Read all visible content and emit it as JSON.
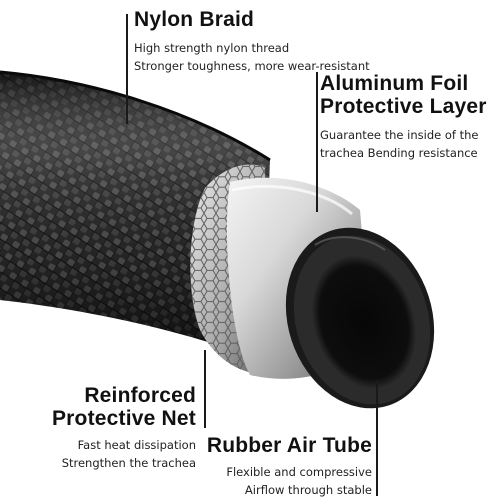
{
  "callouts": {
    "nylon_braid": {
      "title": "Nylon Braid",
      "lines": [
        "High strength nylon thread",
        "Stronger toughness, more wear-resistant"
      ]
    },
    "aluminum_foil": {
      "title_line1": "Aluminum Foil",
      "title_line2": "Protective Layer",
      "lines": [
        "Guarantee the inside of the",
        "trachea Bending resistance"
      ]
    },
    "reinforced_net": {
      "title_line1": "Reinforced",
      "title_line2": "Protective Net",
      "lines": [
        "Fast heat dissipation",
        "Strengthen the trachea"
      ]
    },
    "rubber_tube": {
      "title": "Rubber Air Tube",
      "lines": [
        "Flexible and compressive",
        "Airflow through stable"
      ]
    }
  },
  "colors": {
    "braid_dark": "#1c1c1c",
    "braid_light": "#6e6e6e",
    "foil": "#c9c9c9",
    "net": "#b5b5b5",
    "rubber": "#111111",
    "text": "#111111"
  }
}
